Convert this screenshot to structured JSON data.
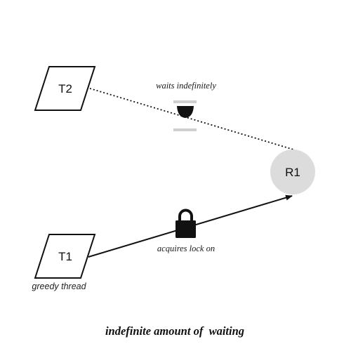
{
  "nodes": {
    "t2": {
      "label": "T2"
    },
    "t1": {
      "label": "T1",
      "sublabel": "greedy thread"
    },
    "r1": {
      "label": "R1"
    }
  },
  "edges": {
    "t2_r1": {
      "label": "waits indefinitely",
      "style": "dotted"
    },
    "t1_r1": {
      "label": "acquires lock on",
      "style": "solid-arrow"
    }
  },
  "icons": {
    "wait": "hourglass-icon",
    "lock": "padlock-icon"
  },
  "caption": "indefinite amount of  waiting",
  "colors": {
    "stroke": "#111111",
    "resource_fill": "#dcdcdc",
    "hourglass_bar": "#cfcfcf"
  }
}
